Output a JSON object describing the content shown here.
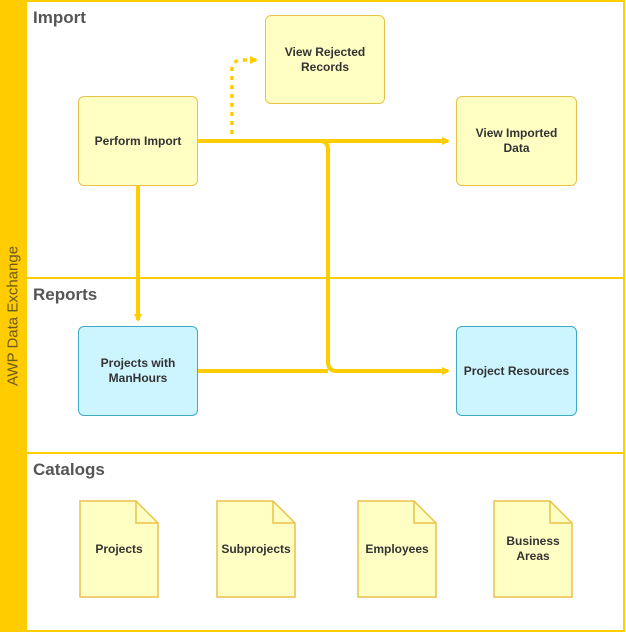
{
  "sidebar": {
    "label": "AWP Data Exchange"
  },
  "lanes": {
    "import": {
      "title": "Import"
    },
    "reports": {
      "title": "Reports"
    },
    "catalogs": {
      "title": "Catalogs"
    }
  },
  "nodes": {
    "perform_import": "Perform Import",
    "view_rejected": "View Rejected Records",
    "view_imported": "View Imported Data",
    "projects_manhours": "Projects with ManHours",
    "project_resources": "Project Resources"
  },
  "catalog_docs": [
    "Projects",
    "Subprojects",
    "Employees",
    "Business Areas"
  ],
  "colors": {
    "accent": "#FFCC00",
    "process_fill": "#FFFFC4",
    "process_border": "#E8C24A",
    "report_fill": "#CCF5FF",
    "report_border": "#3FA9C8",
    "doc_fill": "#FFFFC4",
    "doc_border": "#E8C24A"
  }
}
